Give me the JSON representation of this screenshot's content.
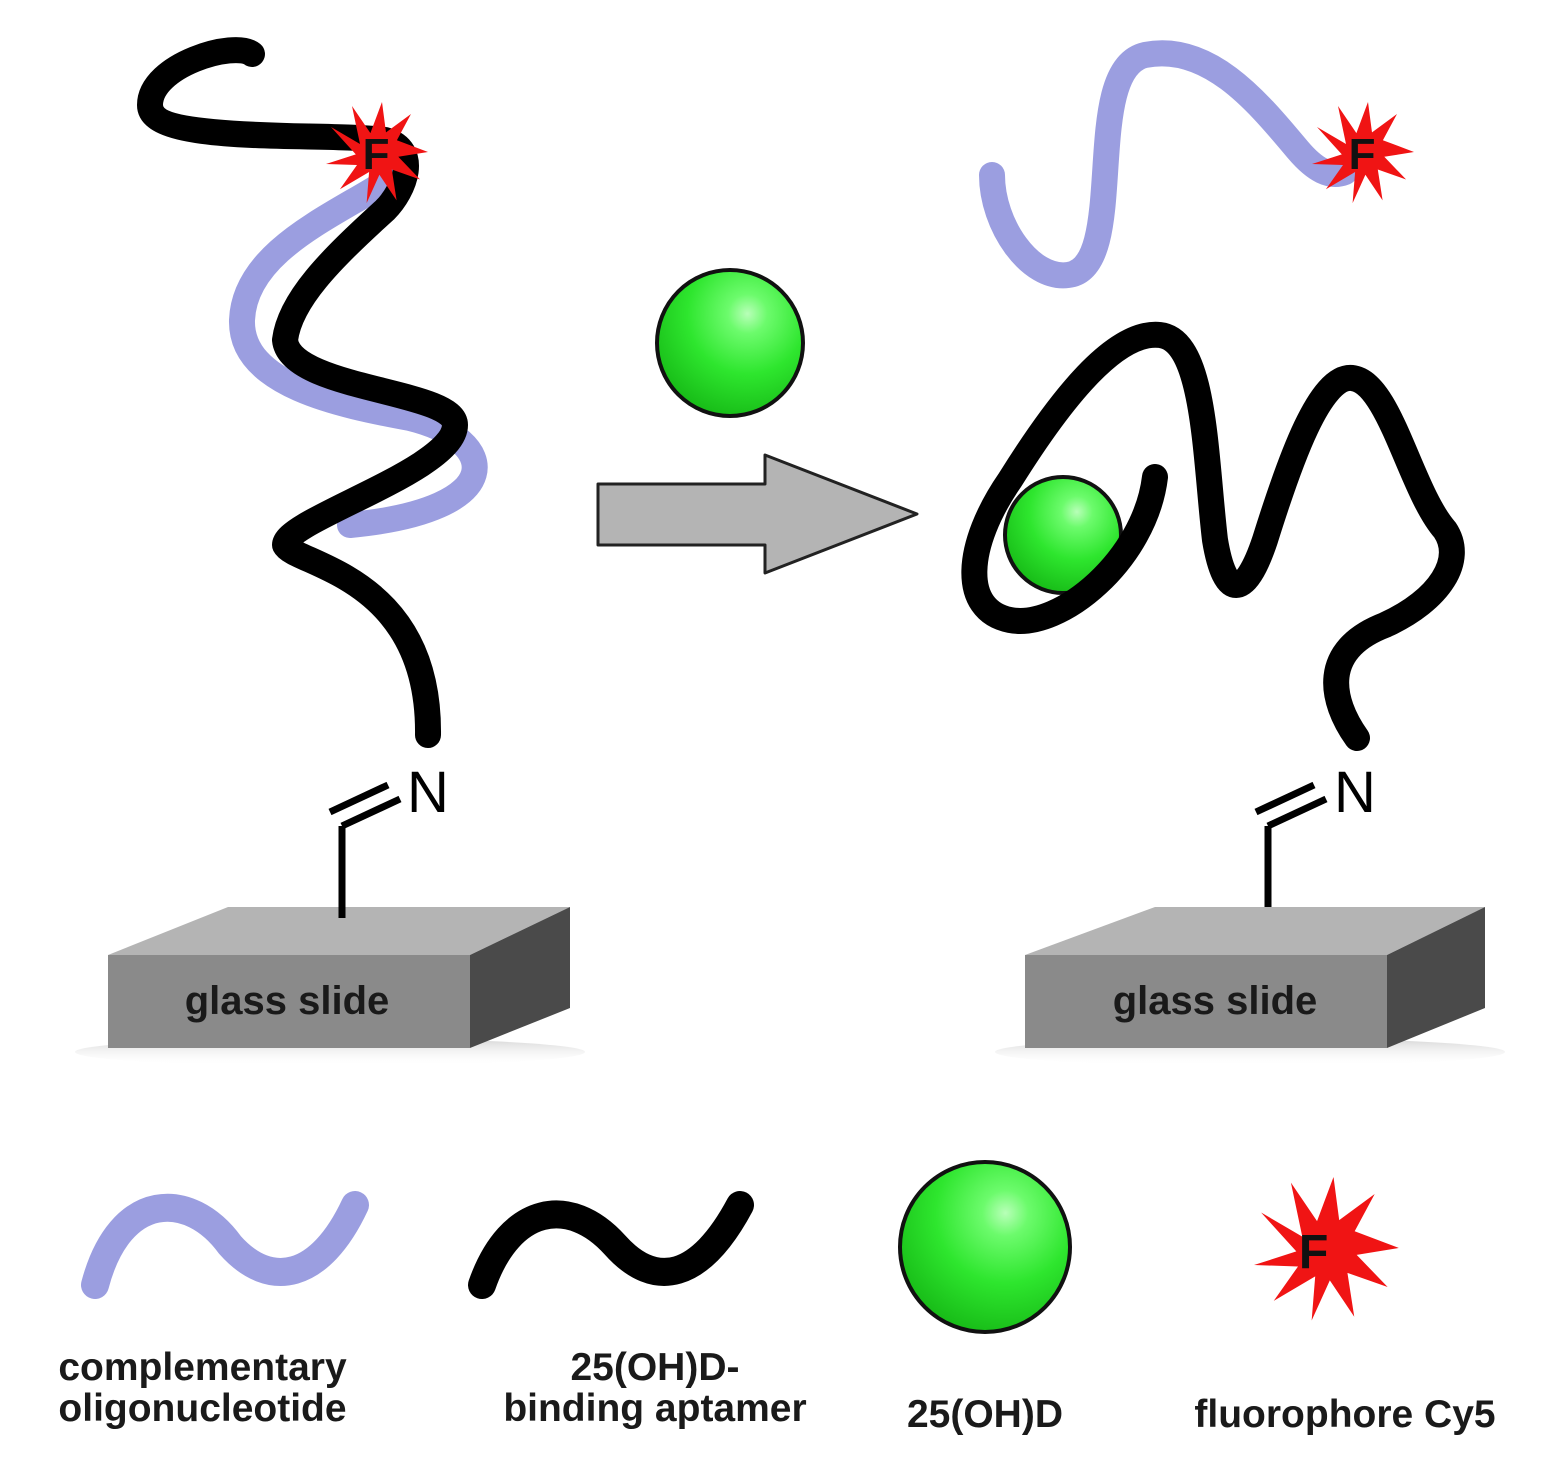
{
  "left_panel": {
    "slide_label": "glass slide",
    "linker_atom": "N",
    "fluorophore_letter": "F"
  },
  "right_panel": {
    "slide_label": "glass slide",
    "linker_atom": "N",
    "fluorophore_letter": "F"
  },
  "legend": {
    "complementary": {
      "line1": "complementary",
      "line2": "oligonucleotide"
    },
    "aptamer": {
      "line1": "25(OH)D-",
      "line2": "binding aptamer"
    },
    "target": {
      "label": "25(OH)D"
    },
    "fluorophore": {
      "label": "fluorophore Cy5",
      "letter": "F"
    }
  },
  "colors": {
    "aptamer": "#000000",
    "complementary_strand": "#9b9ee0",
    "target_molecule": "#2ee62e",
    "fluorophore": "#f01414",
    "arrow": "#b4b4b4",
    "slide_front": "#8a8a8a"
  }
}
